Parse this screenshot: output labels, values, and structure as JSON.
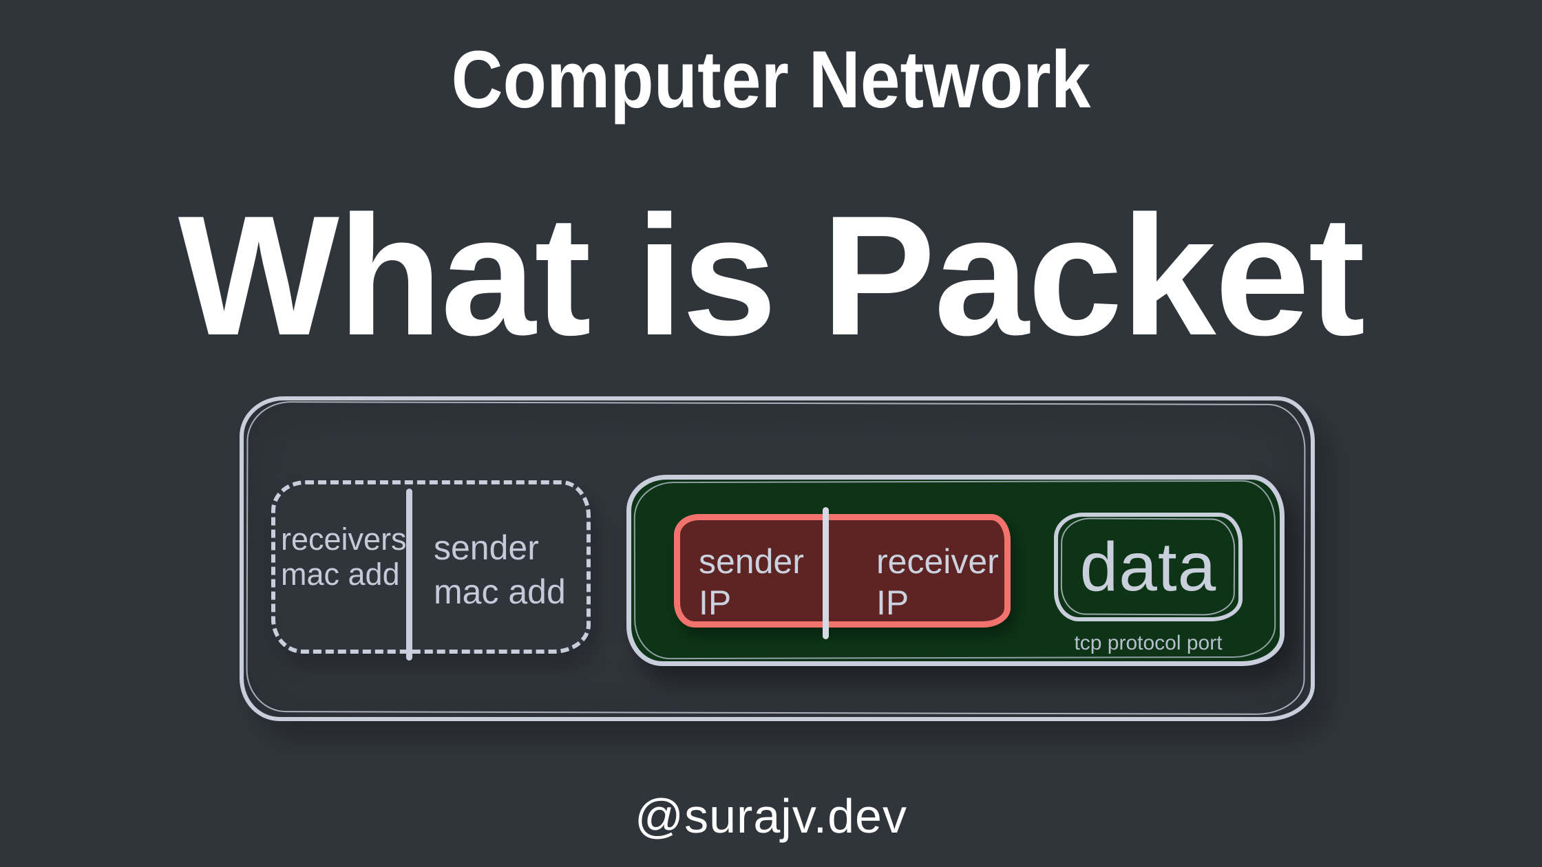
{
  "theme": {
    "bg": "#30343b",
    "ink": "#c8cedb",
    "title_color": "#ffffff",
    "green": "#0d3416",
    "maroon": "#5e2423",
    "coral": "#f2736e"
  },
  "header": {
    "kicker": "Computer Network",
    "title": "What is Packet"
  },
  "diagram": {
    "mac": {
      "receivers_line1": "receivers",
      "receivers_line2": "mac add",
      "sender_line1": "sender",
      "sender_line2": "mac add"
    },
    "ip": {
      "sender_line1": "sender",
      "sender_line2": "IP",
      "receiver_line1": "receiver",
      "receiver_line2": "IP"
    },
    "data_label": "data",
    "port_label": "tcp protocol port"
  },
  "footer": {
    "handle": "@surajv.dev"
  }
}
